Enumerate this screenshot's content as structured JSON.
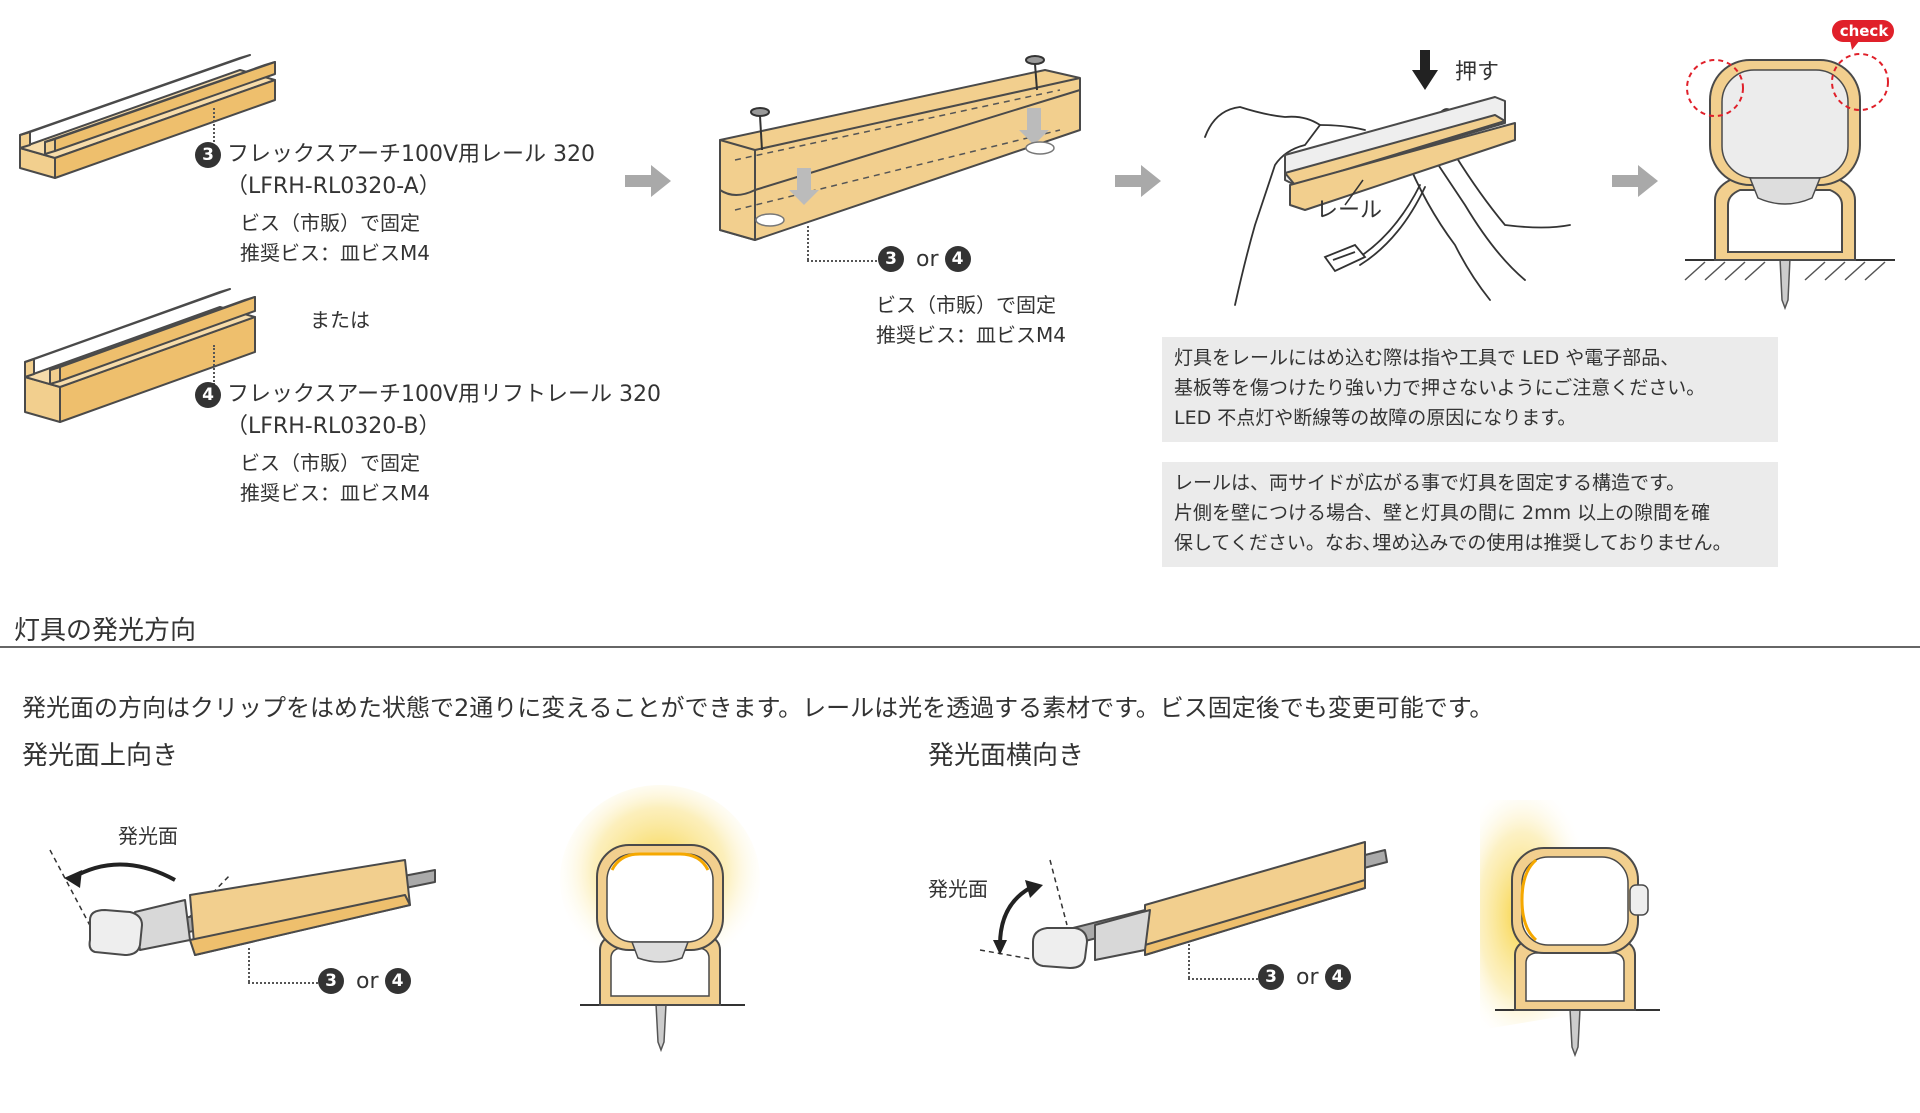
{
  "rails": {
    "a": {
      "badge": "3",
      "name": "フレックスアーチ100V用レール 320",
      "code": "（LFRH-RL0320-A）",
      "fix": "ビス（市販）で固定",
      "screw": "推奨ビス：皿ビスM4"
    },
    "or_text": "または",
    "b": {
      "badge": "4",
      "name": "フレックスアーチ100V用リフトレール 320",
      "code": "（LFRH-RL0320-B）",
      "fix": "ビス（市販）で固定",
      "screw": "推奨ビス：皿ビスM4"
    }
  },
  "step2": {
    "badge1": "3",
    "or": "or",
    "badge2": "4",
    "fix": "ビス（市販）で固定",
    "screw": "推奨ビス：皿ビスM4"
  },
  "step3": {
    "push_label": "押す",
    "rail_label": "レール"
  },
  "step4": {
    "check_label": "check"
  },
  "notes": {
    "note1": [
      "灯具をレールにはめ込む際は指や工具で LED や電子部品、",
      "基板等を傷つけたり強い力で押さないようにご注意ください。",
      "LED 不点灯や断線等の故障の原因になります。"
    ],
    "note2": [
      "レールは、両サイドが広がる事で灯具を固定する構造です。",
      "片側を壁につける場合、壁と灯具の間に 2mm 以上の隙間を確",
      "保してください。なお､埋め込みでの使用は推奨しておりません。"
    ]
  },
  "direction": {
    "section_title": "灯具の発光方向",
    "description": "発光面の方向はクリップをはめた状態で2通りに変えることができます。レールは光を透過する素材です。ビス固定後でも変更可能です。",
    "up": {
      "heading": "発光面上向き",
      "face_label": "発光面",
      "badge1": "3",
      "or": "or",
      "badge2": "4"
    },
    "side": {
      "heading": "発光面横向き",
      "face_label": "発光面",
      "badge1": "3",
      "or": "or",
      "badge2": "4"
    }
  },
  "colors": {
    "rail": "#f2cf8e",
    "rail_stroke": "#4a4a4a",
    "arrow": "#a9a9a9",
    "note_bg": "#ebebeb",
    "check_red": "#e0202a",
    "glow": "#f5c400"
  }
}
